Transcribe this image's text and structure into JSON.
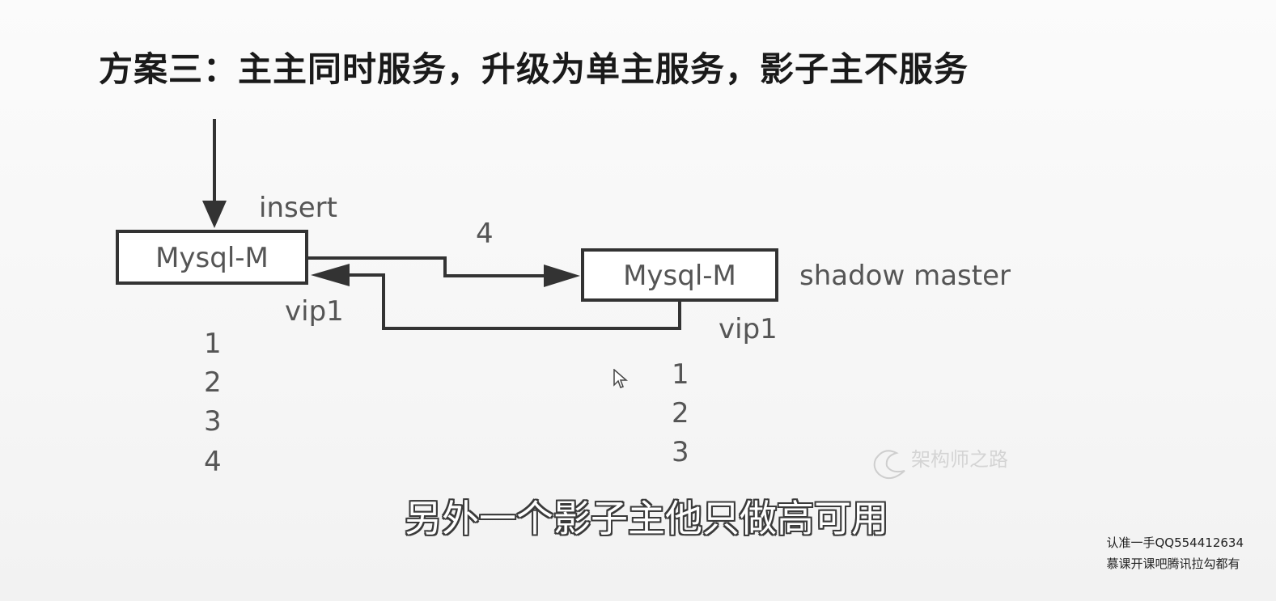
{
  "title": "方案三：主主同时服务，升级为单主服务，影子主不服务",
  "diagram": {
    "input_label": "insert",
    "left_node": "Mysql-M",
    "right_node": "Mysql-M",
    "right_node_role": "shadow master",
    "replication_label": "4",
    "left_vip": "vip1",
    "right_vip": "vip1",
    "left_sequence": [
      "1",
      "2",
      "3",
      "4"
    ],
    "right_sequence": [
      "1",
      "2",
      "3"
    ],
    "watermark": "架构师之路"
  },
  "subtitle": "另外一个影子主他只做高可用",
  "corner_text": {
    "line1": "认准一手QQ554412634",
    "line2": "慕课开课吧腾讯拉勾都有"
  }
}
